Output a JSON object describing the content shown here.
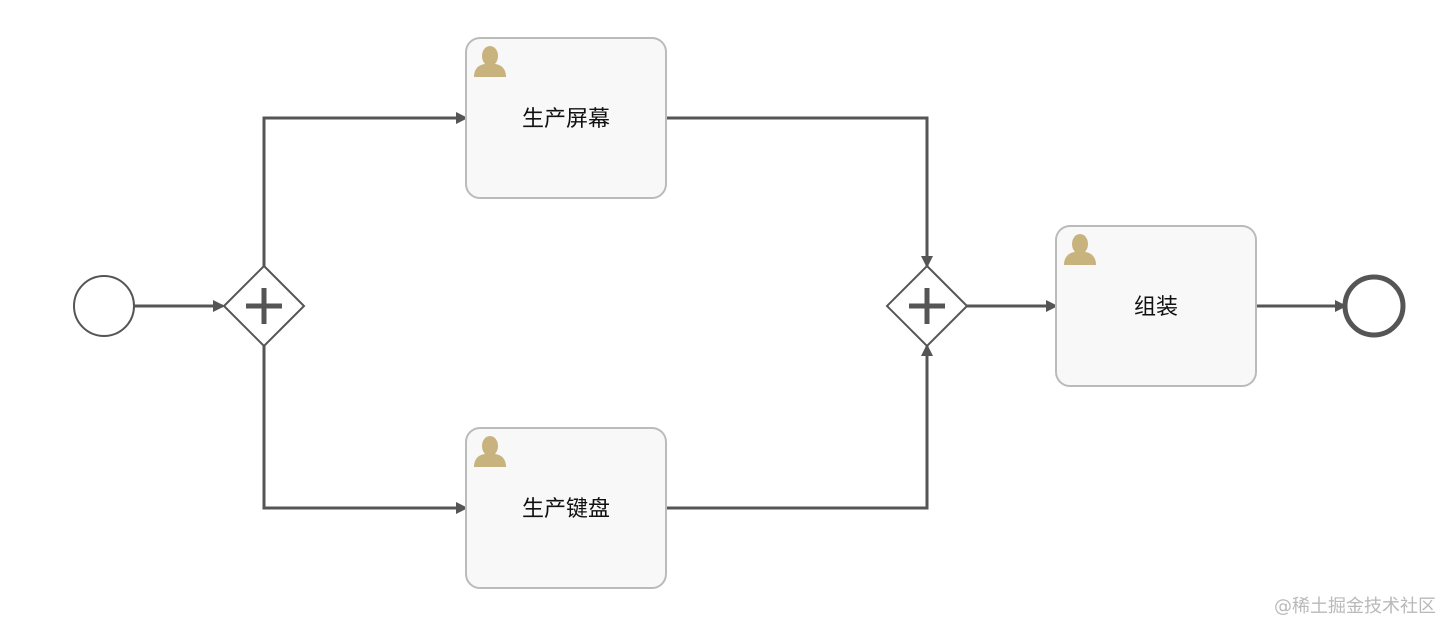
{
  "diagram": {
    "tasks": [
      {
        "id": "task_screen",
        "label": "生产屏幕",
        "type": "user-task"
      },
      {
        "id": "task_keyboard",
        "label": "生产键盘",
        "type": "user-task"
      },
      {
        "id": "task_assemble",
        "label": "组装",
        "type": "user-task"
      }
    ],
    "gateways": [
      {
        "id": "gw_split",
        "type": "parallel"
      },
      {
        "id": "gw_join",
        "type": "parallel"
      }
    ],
    "events": [
      {
        "id": "start",
        "type": "start"
      },
      {
        "id": "end",
        "type": "end"
      }
    ],
    "flows": [
      {
        "from": "start",
        "to": "gw_split"
      },
      {
        "from": "gw_split",
        "to": "task_screen"
      },
      {
        "from": "gw_split",
        "to": "task_keyboard"
      },
      {
        "from": "task_screen",
        "to": "gw_join"
      },
      {
        "from": "task_keyboard",
        "to": "gw_join"
      },
      {
        "from": "gw_join",
        "to": "task_assemble"
      },
      {
        "from": "task_assemble",
        "to": "end"
      }
    ],
    "colors": {
      "line": "#555555",
      "task_fill": "#f8f8f8",
      "task_stroke": "#bbbbbb",
      "user_icon": "#c8b27e"
    },
    "icons": [
      "user-icon",
      "plus-icon"
    ]
  },
  "watermark": "@稀土掘金技术社区"
}
